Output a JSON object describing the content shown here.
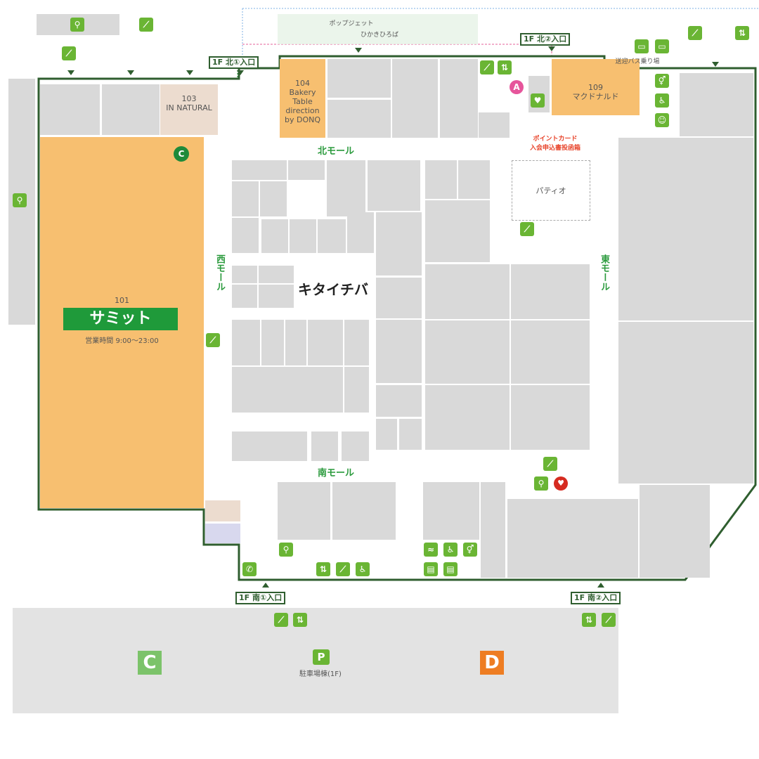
{
  "stores": {
    "s101": {
      "num": "101",
      "name": "サミット",
      "hours": "営業時間 9:00～23:00"
    },
    "s103": {
      "num": "103",
      "name": "IN NATURAL"
    },
    "s104": {
      "num": "104",
      "name": "Bakery Table direction by DONQ"
    },
    "s109": {
      "num": "109",
      "name": "マクドナルド"
    }
  },
  "areas": {
    "popup": "ポップジェット",
    "plaza": "ひかきひろば",
    "bus": "送迎バス乗り場",
    "patio": "パティオ",
    "kitaichiba": "キタイチバ",
    "pointcard_1": "ポイントカード",
    "pointcard_2": "入会申込書投函箱"
  },
  "malls": {
    "north": "北モール",
    "west": "西モール",
    "east": "東モール",
    "south": "南モール"
  },
  "entrances": {
    "north1": "1F 北①入口",
    "north2": "1F 北②入口",
    "south1": "1F 南①入口",
    "south2": "1F 南②入口"
  },
  "parking": {
    "zone_c": "C",
    "zone_d": "D",
    "p": "P",
    "label": "駐車場棟(1F)"
  },
  "markers": {
    "a": "A",
    "c": "C"
  },
  "colors": {
    "store": "#f7bf70",
    "outline": "#2f5e2f",
    "icon": "#6ab534",
    "tenant": "#d9d9d9"
  }
}
